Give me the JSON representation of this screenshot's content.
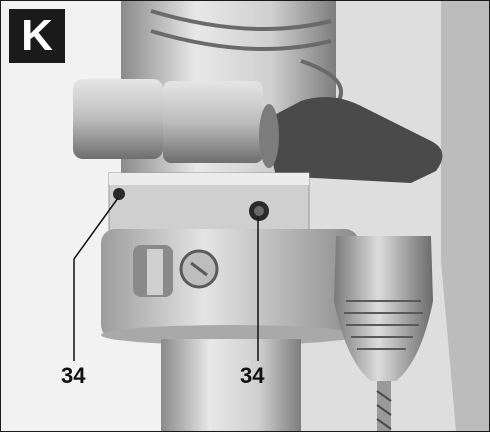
{
  "figure": {
    "label": "K"
  },
  "callouts": [
    {
      "text": "34"
    },
    {
      "text": "34"
    }
  ],
  "colors": {
    "background": "#f2f2f2",
    "metal_dark": "#3a3a3a",
    "metal_mid": "#9a9a9a",
    "metal_light": "#e2e2e2",
    "label_bg": "#1a1a1a",
    "label_fg": "#ffffff"
  }
}
